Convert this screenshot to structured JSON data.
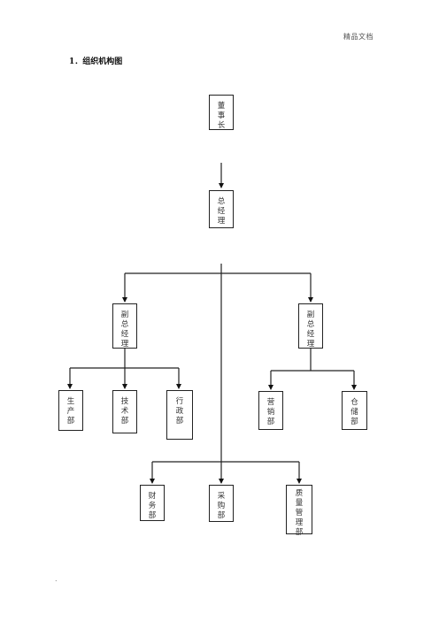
{
  "header": {
    "note": "精品文档"
  },
  "section": {
    "title": "1．组织机构图"
  },
  "footer": {
    "mark": "."
  },
  "org_chart": {
    "chairman": [
      "董",
      "事",
      "长"
    ],
    "general_manager": [
      "总",
      "经",
      "理"
    ],
    "vice_gm_left": [
      "副",
      "总",
      "经",
      "理"
    ],
    "vice_gm_right": [
      "副",
      "总",
      "经",
      "理"
    ],
    "production": [
      "生",
      "产",
      "部"
    ],
    "technology": [
      "技",
      "术",
      "部"
    ],
    "administration": [
      "行",
      "政",
      "部"
    ],
    "marketing": [
      "营",
      "销",
      "部"
    ],
    "warehouse": [
      "仓",
      "储",
      "部"
    ],
    "finance": [
      "财",
      "务",
      "部"
    ],
    "purchasing": [
      "采",
      "购",
      "部"
    ],
    "quality": [
      "质",
      "量",
      "管",
      "理",
      "部"
    ]
  }
}
